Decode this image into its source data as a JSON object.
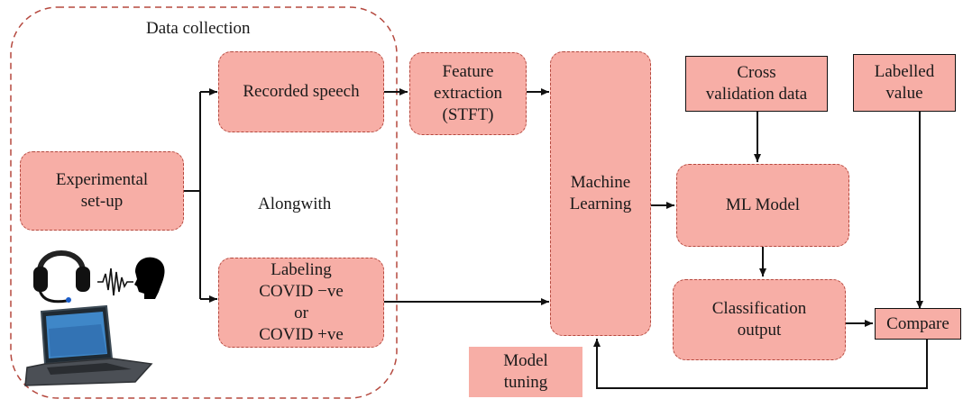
{
  "group": {
    "label": "Data collection"
  },
  "free_text": {
    "alongwith": "Alongwith"
  },
  "nodes": {
    "experimental_setup": "Experimental\nset-up",
    "recorded_speech": "Recorded speech",
    "labeling": "Labeling\nCOVID −ve\nor\nCOVID +ve",
    "feature_extraction": "Feature\nextraction\n(STFT)",
    "machine_learning": "Machine\nLearning",
    "cross_validation": "Cross\nvalidation data",
    "labelled_value": "Labelled\nvalue",
    "ml_model": "ML Model",
    "classification_output": "Classification\noutput",
    "compare": "Compare",
    "model_tuning": "Model\ntuning"
  },
  "icons": [
    "headset-icon",
    "sound-wave-icon",
    "speaking-head-icon",
    "laptop-icon"
  ],
  "colors": {
    "box_fill": "#f7aea6",
    "dashed_border": "#b5493f",
    "line": "#111111"
  }
}
